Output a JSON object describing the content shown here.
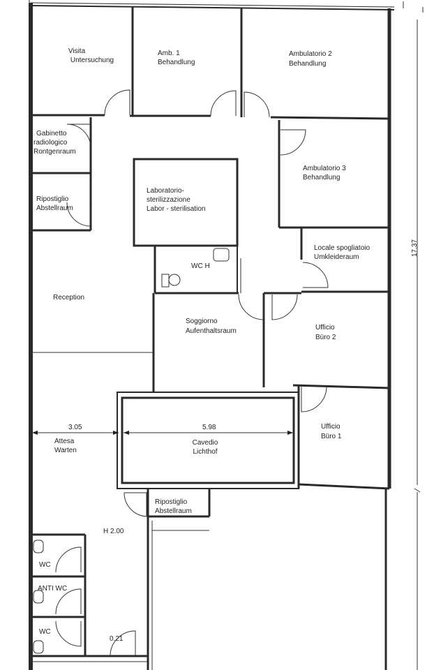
{
  "rooms": {
    "visita": [
      "Visita",
      "Untersuchung"
    ],
    "amb1": [
      "Amb.   1",
      "Behandlung"
    ],
    "amb2": [
      "Ambulatorio 2",
      "Behandlung"
    ],
    "gabinetto": [
      "Gabinetto",
      "radiologico",
      "Rontgenraum"
    ],
    "ripostiglio1": [
      "Ripostiglio",
      "Abstellraum"
    ],
    "laboratorio": [
      "Laboratorio-",
      "sterilizzazione",
      "Labor - sterilisation"
    ],
    "amb3": [
      "Ambulatorio 3",
      "Behandlung"
    ],
    "spogliatoio": [
      "Locale spogliatoio",
      "Umkleideraum"
    ],
    "wc_h": "WC  H",
    "reception": "Reception",
    "soggiorno": [
      "Soggiorno",
      "Aufenthaltsraum"
    ],
    "ufficio2": [
      "Ufficio",
      "Büro 2"
    ],
    "ufficio1": [
      "Ufficio",
      "Büro 1"
    ],
    "cavedio": [
      "Cavedio",
      "Lichthof"
    ],
    "attesa": [
      "Attesa",
      "Warten"
    ],
    "ripostiglio2": [
      "Ripostiglio",
      "Abstellraum"
    ],
    "wc1": "WC",
    "anti_wc": "ANTI WC",
    "wc2": "WC"
  },
  "dimensions": {
    "height": "H 2.00",
    "attesa_width": "3.05",
    "cavedio_width": "5.98",
    "total_length": "17.37",
    "door_width": "0.21"
  }
}
